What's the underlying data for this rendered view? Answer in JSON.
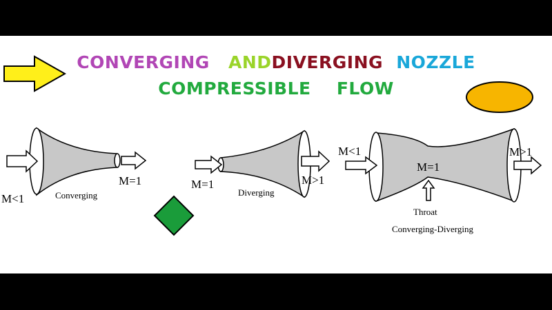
{
  "title": {
    "line1": {
      "word1": "CONVERGING",
      "word2": "AND",
      "word3": "DIVERGING",
      "word4": "NOZZLE"
    },
    "line2": {
      "word1": "COMPRESSIBLE",
      "word2": "FLOW"
    }
  },
  "colors": {
    "converging": "#b146b5",
    "and": "#9ad42a",
    "diverging": "#8a1020",
    "nozzle": "#19a7d9",
    "subtitle": "#22aa3e",
    "arrow_fill": "#ffef1a",
    "ellipse_fill": "#f7b500",
    "diamond_fill": "#1a9c3a",
    "nozzle_fill": "#c8c8c8"
  },
  "nozzles": {
    "converging": {
      "caption": "Converging",
      "inlet_mach": "M<1",
      "outlet_mach": "M=1"
    },
    "diverging": {
      "caption": "Diverging",
      "inlet_mach": "M=1",
      "outlet_mach": "M>1"
    },
    "con_div": {
      "caption": "Converging-Diverging",
      "inlet_mach": "M<1",
      "throat_mach": "M=1",
      "outlet_mach": "M>1",
      "throat_label": "Throat"
    }
  }
}
